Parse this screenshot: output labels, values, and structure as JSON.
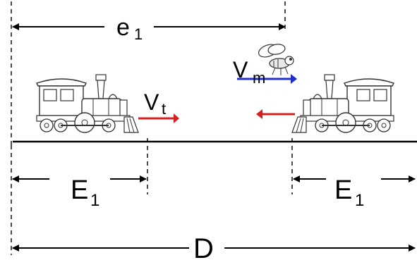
{
  "labels": {
    "e": "e",
    "e_sub": "1",
    "vt": "V",
    "vt_sub": "t",
    "vm": "V",
    "vm_sub": "m",
    "E_left": "E",
    "E_left_sub": "1",
    "E_right": "E",
    "E_right_sub": "1",
    "D": "D"
  },
  "colors": {
    "train_velocity_arrow": "#d42020",
    "fly_velocity_arrow": "#1f2fd0",
    "lines": "#000000"
  },
  "icons": [
    "train-left-icon",
    "train-right-icon",
    "fly-icon"
  ]
}
